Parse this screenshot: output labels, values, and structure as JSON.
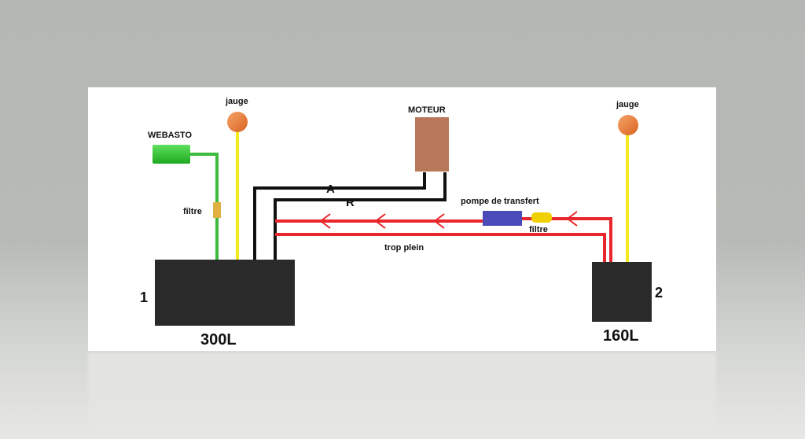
{
  "labels": {
    "jauge_left": "jauge",
    "jauge_right": "jauge",
    "webasto": "WEBASTO",
    "moteur": "MOTEUR",
    "filtre_left": "filtre",
    "filtre_right": "filtre",
    "pompe": "pompe de transfert",
    "trop_plein": "trop plein",
    "a": "A",
    "r": "R",
    "tank1_number": "1",
    "tank1_capacity": "300L",
    "tank2_number": "2",
    "tank2_capacity": "160L"
  },
  "colors": {
    "feed_line": "#e8262c",
    "return_line": "#111111",
    "webasto_line": "#3dbb3d",
    "gauge_rod": "#f2ea1c",
    "gauge_ball": "#e8793a",
    "tank": "#2a2a2a",
    "moteur": "#b9785a",
    "pompe": "#4a4ab8",
    "filtre_right": "#f0d000",
    "filtre_left": "#e0b040"
  }
}
